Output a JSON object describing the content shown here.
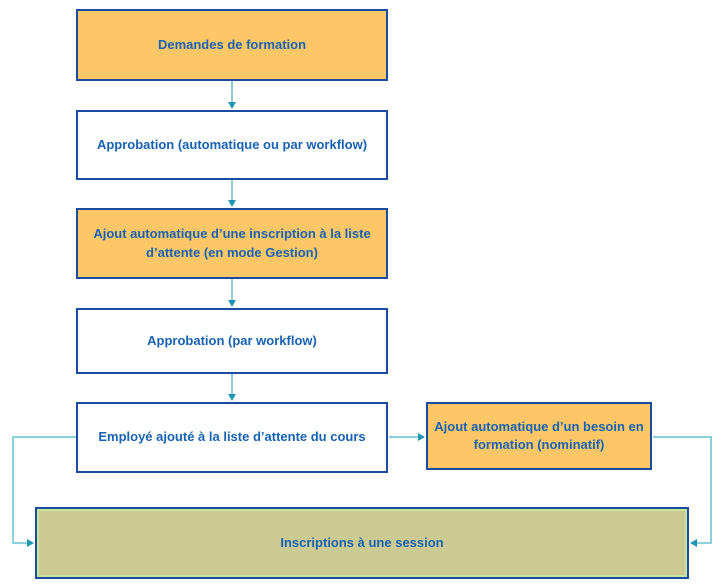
{
  "nodes": {
    "demandes": {
      "label": "Demandes de formation",
      "type": "highlight"
    },
    "approbation_auto": {
      "label": "Approbation (automatique ou par workflow)",
      "type": "plain"
    },
    "ajout_inscription": {
      "label": "Ajout automatique d’une inscription à la liste d’attente (en mode Gestion)",
      "type": "highlight"
    },
    "approbation_workflow": {
      "label": "Approbation (par workflow)",
      "type": "plain"
    },
    "employe_liste_attente": {
      "label": "Employé ajouté à la liste d’attente du cours",
      "type": "plain"
    },
    "ajout_besoin": {
      "label": "Ajout automatique d’un besoin en formation (nominatif)",
      "type": "highlight"
    },
    "inscriptions_session": {
      "label": "Inscriptions à une session",
      "type": "final"
    }
  },
  "colors": {
    "highlight_fill": "#FDC768",
    "plain_fill": "#FFFFFF",
    "final_fill": "#CBCA93",
    "final_inner_outline": "#C6E69B",
    "node_border": "#1C4AA0",
    "node_text": "#1762B2",
    "connector_line": "#8CD0DB",
    "connector_arrow": "#1F96B4",
    "page_bg": "#FFFFFF"
  }
}
